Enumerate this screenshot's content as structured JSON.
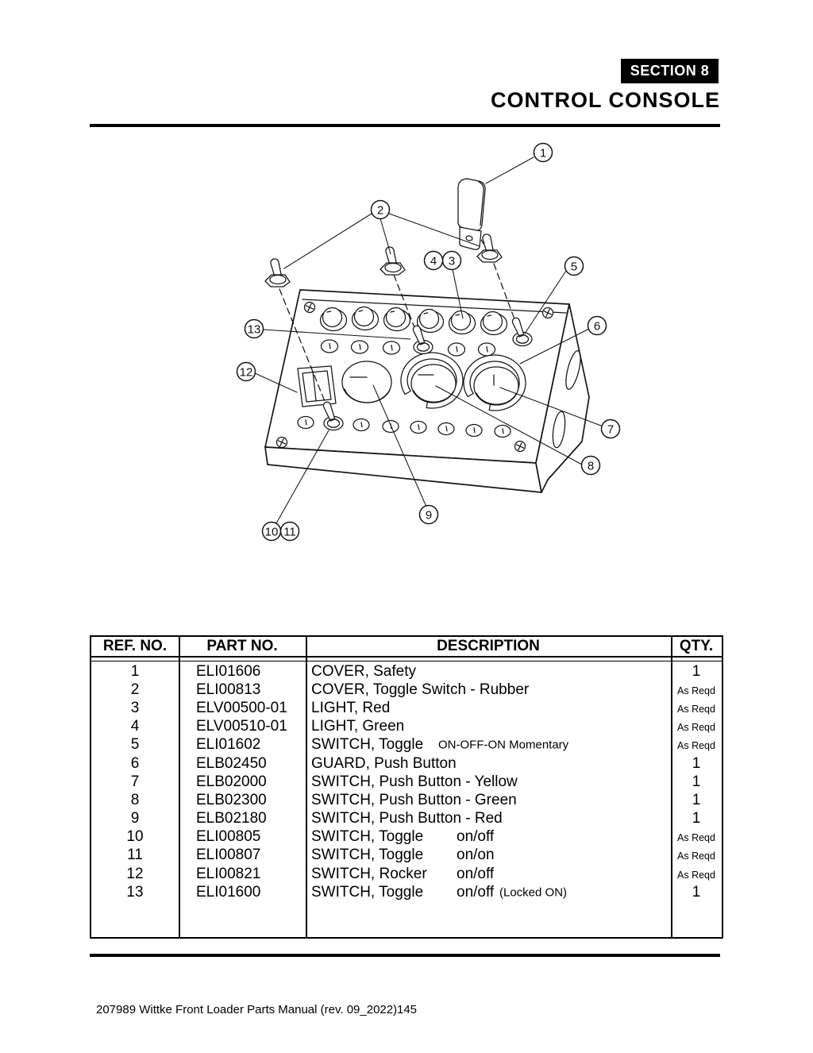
{
  "page": {
    "section_badge": "SECTION 8",
    "title": "CONTROL CONSOLE",
    "footer_text": "207989 Wittke Front Loader Parts Manual (rev. 09_2022)",
    "footer_page": "145"
  },
  "diagram": {
    "callouts": [
      {
        "label": "1"
      },
      {
        "label": "2"
      },
      {
        "label": "3"
      },
      {
        "label": "4"
      },
      {
        "label": "5"
      },
      {
        "label": "6"
      },
      {
        "label": "7"
      },
      {
        "label": "8"
      },
      {
        "label": "9"
      },
      {
        "label": "10"
      },
      {
        "label": "11"
      },
      {
        "label": "12"
      },
      {
        "label": "13"
      }
    ]
  },
  "table": {
    "headers": [
      "REF. NO.",
      "PART NO.",
      "DESCRIPTION",
      "QTY."
    ],
    "rows": [
      {
        "ref": "1",
        "part": "ELI01606",
        "desc": "COVER, Safety",
        "qty": "1"
      },
      {
        "ref": "2",
        "part": "ELI00813",
        "desc": "COVER, Toggle Switch - Rubber",
        "qty_small": "As Reqd"
      },
      {
        "ref": "3",
        "part": "ELV00500-01",
        "desc": "LIGHT, Red",
        "qty_small": "As Reqd"
      },
      {
        "ref": "4",
        "part": "ELV00510-01",
        "desc": "LIGHT, Green",
        "qty_small": "As Reqd"
      },
      {
        "ref": "5",
        "part": "ELI01602",
        "desc": "SWITCH, Toggle",
        "desc_small": "ON-OFF-ON Momentary",
        "qty_small": "As Reqd"
      },
      {
        "ref": "6",
        "part": "ELB02450",
        "desc": "GUARD, Push Button",
        "qty": "1"
      },
      {
        "ref": "7",
        "part": "ELB02000",
        "desc": "SWITCH, Push Button - Yellow",
        "qty": "1"
      },
      {
        "ref": "8",
        "part": "ELB02300",
        "desc": "SWITCH, Push Button - Green",
        "qty": "1"
      },
      {
        "ref": "9",
        "part": "ELB02180",
        "desc": "SWITCH, Push Button - Red",
        "qty": "1"
      },
      {
        "ref": "10",
        "part": "ELI00805",
        "desc": "SWITCH, Toggle",
        "tab": "on/off",
        "qty_small": "As Reqd"
      },
      {
        "ref": "11",
        "part": "ELI00807",
        "desc": "SWITCH, Toggle",
        "tab": "on/on",
        "qty_small": "As Reqd"
      },
      {
        "ref": "12",
        "part": "ELI00821",
        "desc": "SWITCH, Rocker",
        "tab": "on/off",
        "qty_small": "As Reqd"
      },
      {
        "ref": "13",
        "part": "ELI01600",
        "desc": "SWITCH, Toggle",
        "tab": "on/off",
        "tab_small": "(Locked ON)",
        "qty": "1"
      }
    ]
  }
}
